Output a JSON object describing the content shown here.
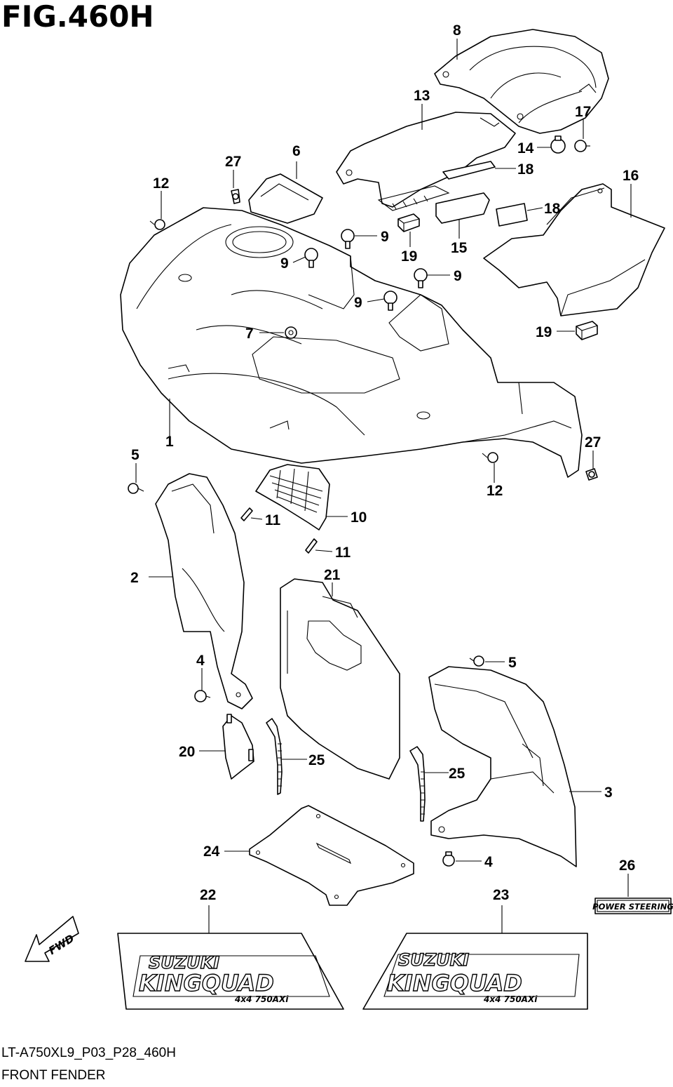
{
  "figure": {
    "title": "FIG.460H",
    "model_code": "LT-A750XL9_P03_P28_460H",
    "section_name": "FRONT FENDER"
  },
  "callouts": {
    "c1": "1",
    "c2": "2",
    "c3": "3",
    "c4a": "4",
    "c4b": "4",
    "c5a": "5",
    "c5b": "5",
    "c6": "6",
    "c7": "7",
    "c8": "8",
    "c9a": "9",
    "c9b": "9",
    "c9c": "9",
    "c9d": "9",
    "c10": "10",
    "c11a": "11",
    "c11b": "11",
    "c12a": "12",
    "c12b": "12",
    "c13": "13",
    "c14": "14",
    "c15": "15",
    "c16": "16",
    "c17": "17",
    "c18a": "18",
    "c18b": "18",
    "c19a": "19",
    "c19b": "19",
    "c20": "20",
    "c21": "21",
    "c22": "22",
    "c23": "23",
    "c24": "24",
    "c25a": "25",
    "c25b": "25",
    "c26": "26",
    "c27a": "27",
    "c27b": "27"
  },
  "decals": {
    "left": {
      "brand": "SUZUKI",
      "model": "KINGQUAD",
      "variant": "4x4 750AXi"
    },
    "right": {
      "brand": "SUZUKI",
      "model": "KINGQUAD",
      "variant": "4x4 750AXi"
    },
    "power_steering": "POWER STEERING"
  },
  "fwd_label": "FWD"
}
